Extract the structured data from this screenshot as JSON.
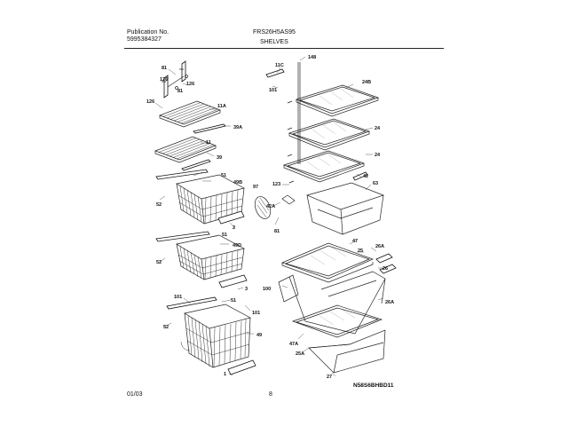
{
  "header": {
    "publication_label": "Publication No.",
    "publication_number": "5995384327",
    "model": "FRS26H5AS95",
    "section": "SHELVES"
  },
  "footer": {
    "date_code": "01/03",
    "page_number": "8",
    "diagram_code": "N58S6BHBD11"
  },
  "callouts": {
    "c81a": "81",
    "c126": "126",
    "c81b": "81",
    "c126b": "126",
    "c11a": "11A",
    "c39a": "39A",
    "c11": "11",
    "c39": "39",
    "c51a": "51",
    "c49b": "49B",
    "c52a": "52",
    "c97": "97",
    "c2a": "2",
    "c51b": "51",
    "c49d": "49D",
    "c52b": "52",
    "c3": "3",
    "c101a": "101",
    "c51c": "51",
    "c101b": "101",
    "c52c": "52",
    "c49": "49",
    "c1": "1",
    "c11c": "11C",
    "c148": "148",
    "c101c": "101",
    "c24b": "24B",
    "c24a": "24",
    "c24c": "24",
    "c123": "123",
    "c42": "42",
    "c63": "63",
    "c42a": "42A",
    "c81c": "81",
    "c47": "47",
    "c26a": "26A",
    "c25": "25",
    "c26": "26",
    "c100": "100",
    "c26ab": "26A",
    "c47a": "47A",
    "c25a": "25A",
    "c27": "27"
  }
}
